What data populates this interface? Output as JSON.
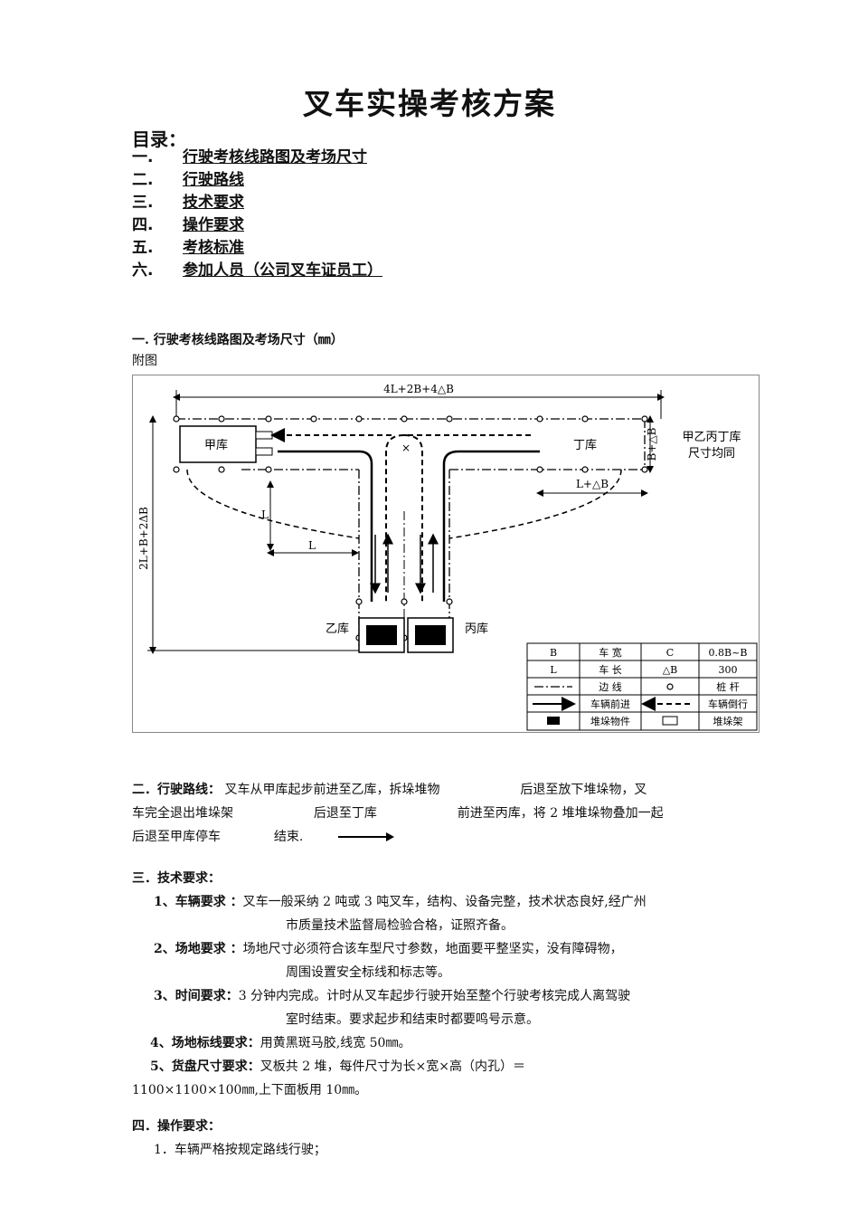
{
  "title": "叉车实操考核方案",
  "toc": {
    "heading": "目录：",
    "items": [
      {
        "num": "一.",
        "label": "行驶考核线路图及考场尺寸"
      },
      {
        "num": "二.",
        "label": "行驶路线"
      },
      {
        "num": "三.",
        "label": "技术要求"
      },
      {
        "num": "四.",
        "label": "操作要求"
      },
      {
        "num": "五.",
        "label": "考核标准"
      },
      {
        "num": "六.",
        "label": "参加人员（公司叉车证员工）"
      }
    ]
  },
  "section1": {
    "heading": "一.  行驶考核线路图及考场尺寸（㎜）",
    "figure_label": "附图",
    "diagram": {
      "top_dim": "4L+2B+4△B",
      "left_dim": "2L+B+2ΔB",
      "right_dim": "B+△B",
      "bottom_right_dim": "L+△B",
      "l_vertical": "L",
      "l_horizontal": "L",
      "jia": "甲库",
      "ding": "丁库",
      "yi": "乙库",
      "bing": "丙库",
      "note_line1": "甲乙丙丁库",
      "note_line2": "尺寸均同",
      "legend": [
        [
          "B",
          "车  宽",
          "C",
          "0.8B~B"
        ],
        [
          "L",
          "车  长",
          "△B",
          "300"
        ],
        [
          "",
          "边  线",
          "",
          "桩  杆"
        ],
        [
          "",
          "车辆前进",
          "",
          "车辆倒行"
        ],
        [
          "",
          "堆垛物件",
          "",
          "堆垛架"
        ]
      ]
    }
  },
  "section2": {
    "heading": "二．行驶路线：",
    "t1": "叉车从甲库起步前进至乙库，拆垛堆物",
    "t2": "后退至放下堆垛物，叉",
    "t3": "车完全退出堆垛架",
    "t4": "后退至丁库",
    "t5": "前进至丙库，将 2 堆堆垛物叠加一起",
    "t6": "后退至甲库停车",
    "t7": "结束."
  },
  "section3": {
    "heading": "三．技术要求：",
    "r1_label": "1、车辆要求 ：",
    "r1_text": "叉车一般采纳 2 吨或 3 吨叉车，结构、设备完整，技术状态良好,经广州",
    "r1_cont": "市质量技术监督局检验合格，证照齐备。",
    "r2_label": "2、场地要求 ：",
    "r2_text": "场地尺寸必须符合该车型尺寸参数，地面要平整坚实，没有障碍物，",
    "r2_cont": "周围设置安全标线和标志等。",
    "r3_label": "3、时间要求：",
    "r3_text": "3 分钟内完成。计时从叉车起步行驶开始至整个行驶考核完成人离驾驶",
    "r3_cont": "室时结束。要求起步和结束时都要鸣号示意。",
    "r4_label": "4、场地标线要求：",
    "r4_text": "用黄黑斑马胶,线宽 50㎜。",
    "r5_label": "5、货盘尺寸要求：",
    "r5_text": "叉板共 2 堆，每件尺寸为长×宽×高（内孔）＝",
    "r5_cont": "1100×1100×100㎜,上下面板用 10㎜。"
  },
  "section4": {
    "heading": "四．操作要求：",
    "i1": "1．车辆严格按规定路线行驶；"
  }
}
